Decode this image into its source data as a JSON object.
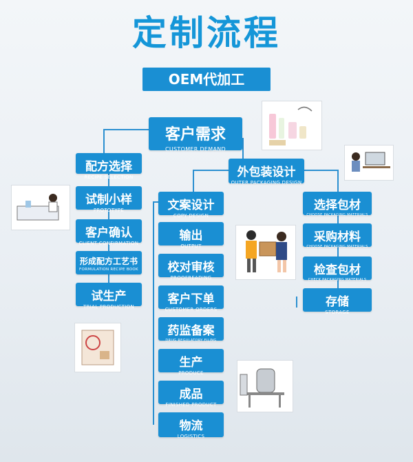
{
  "title": "定制流程",
  "subtitle": "OEM代加工",
  "root": {
    "zh": "客户需求",
    "en": "CUSTOMER DEMAND"
  },
  "left_column": [
    {
      "zh": "配方选择",
      "en": "RECIPE SELECTION"
    },
    {
      "zh": "试制小样",
      "en": "PROTOTYPE"
    },
    {
      "zh": "客户确认",
      "en": "CLIENT CONFIRMATION"
    },
    {
      "zh": "形成配方工艺书",
      "en": "FORMULATION RECIPE BOOK"
    },
    {
      "zh": "试生产",
      "en": "TRIAL PRODUCTION"
    }
  ],
  "packaging": {
    "zh": "外包装设计",
    "en": "OUTER PACKAGING DESIGN"
  },
  "middle_column": [
    {
      "zh": "文案设计",
      "en": "COPY DESIGN"
    },
    {
      "zh": "输出",
      "en": "OUTPUT"
    },
    {
      "zh": "校对审核",
      "en": "PROOFREADING"
    },
    {
      "zh": "客户下单",
      "en": "CUSTOMER ORDERS"
    },
    {
      "zh": "药监备案",
      "en": "DRUG REGULATORY FILING"
    },
    {
      "zh": "生产",
      "en": "PRODUCE"
    },
    {
      "zh": "成品",
      "en": "FINISHED PRODUCT"
    },
    {
      "zh": "物流",
      "en": "LOGISTICS"
    }
  ],
  "right_column": [
    {
      "zh": "选择包材",
      "en": "CHOOSE PACKAGING MATERIALS"
    },
    {
      "zh": "采购材料",
      "en": "CHOOSE PACKAGING MATERIALS"
    },
    {
      "zh": "检查包材",
      "en": "CHECK PACKAGING MATERIALS"
    },
    {
      "zh": "存储",
      "en": "STORAGE"
    }
  ],
  "colors": {
    "primary": "#1a8fd3",
    "title": "#1596d8",
    "line": "#2a8fd0"
  },
  "icons": [
    "cosmetics-illustration",
    "office-worker-illustration",
    "lab-worker-illustration",
    "delivery-illustration",
    "certificate-illustration",
    "factory-tank-illustration"
  ]
}
